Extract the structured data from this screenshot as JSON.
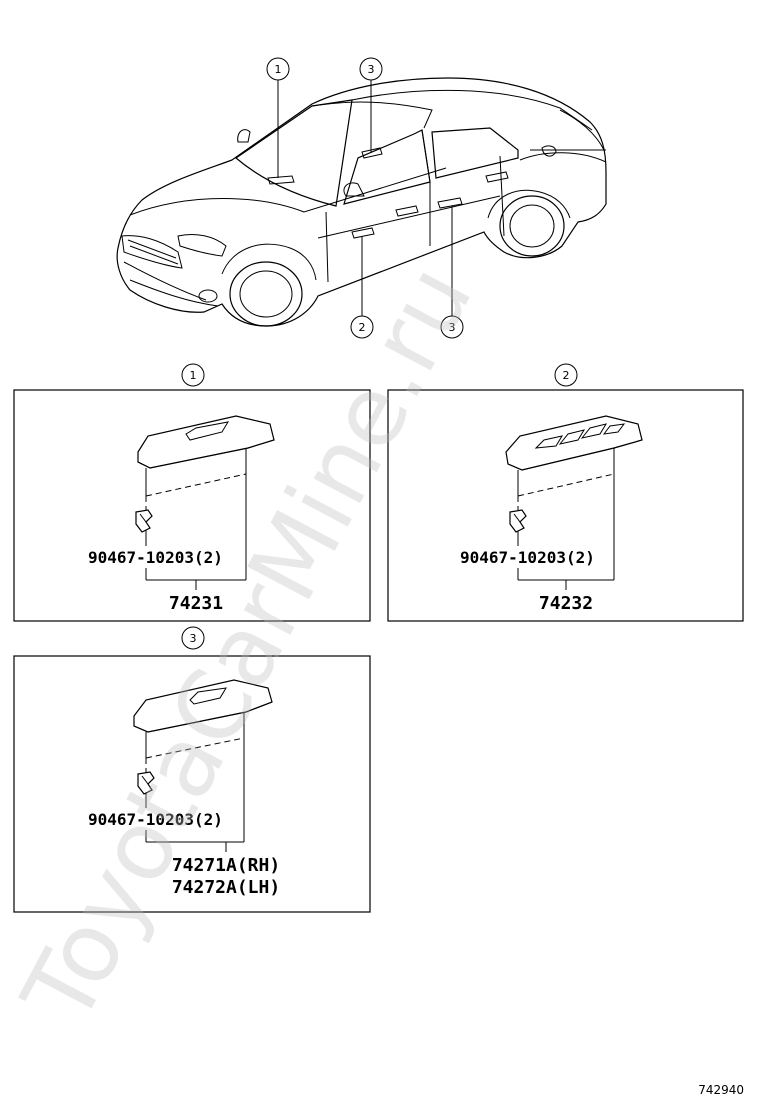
{
  "callouts": {
    "c1": "1",
    "c2": "2",
    "c3": "3"
  },
  "panels": {
    "p1": {
      "label": "1",
      "clip": "90467-10203(2)",
      "part": "74231"
    },
    "p2": {
      "label": "2",
      "clip": "90467-10203(2)",
      "part": "74232"
    },
    "p3": {
      "label": "3",
      "clip": "90467-10203(2)",
      "part_rh": "74271A(RH)",
      "part_lh": "74272A(LH)"
    }
  },
  "figure_id": "742940",
  "watermark": "ToyotaCarMine.ru"
}
